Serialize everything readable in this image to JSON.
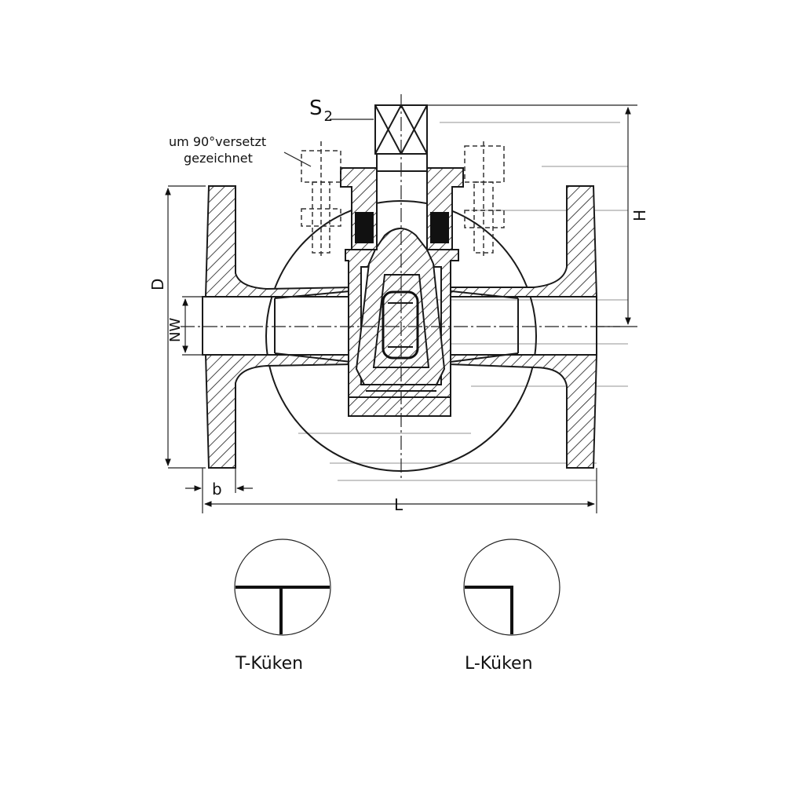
{
  "labels": {
    "s2": "S",
    "s2_sub": "2",
    "note_line1": "um 90°versetzt",
    "note_line2": "gezeichnet",
    "dim_d": "D",
    "dim_nw": "NW",
    "dim_h": "H",
    "dim_b": "b",
    "dim_l": "L",
    "t_plug": "T-Küken",
    "l_plug": "L-Küken"
  }
}
